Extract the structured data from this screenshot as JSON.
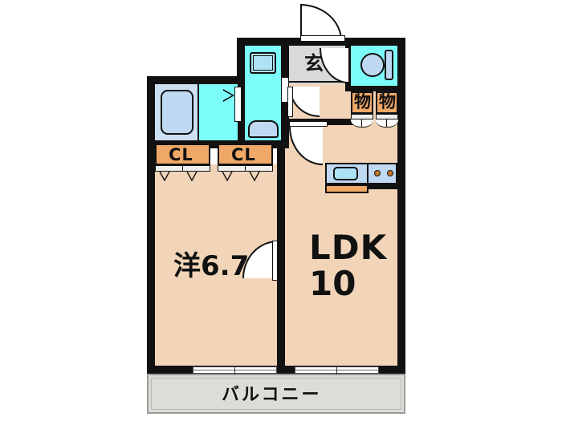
{
  "plan": {
    "type": "japanese-apartment-floorplan",
    "title": "",
    "background_color": "#ffffff",
    "colors": {
      "wall": "#111111",
      "floor": "#F2D4B8",
      "wet_area": "#7DFCFC",
      "closet": "#F0A868",
      "entry": "#D9D9D9",
      "balcony": "#DCDCD8",
      "fixture": "#BFD9F2"
    },
    "rooms": [
      {
        "key": "ldk",
        "label": "LDK",
        "size": "10",
        "kind": "living-dining-kitchen"
      },
      {
        "key": "bedroom",
        "label": "洋",
        "size": "6.7",
        "kind": "western-room"
      },
      {
        "key": "balcony",
        "label": "バルコニー",
        "size": "",
        "kind": "balcony"
      },
      {
        "key": "entrance",
        "label": "玄",
        "size": "",
        "kind": "entrance"
      },
      {
        "key": "closet1",
        "label": "CL",
        "size": "",
        "kind": "closet"
      },
      {
        "key": "closet2",
        "label": "CL",
        "size": "",
        "kind": "closet"
      },
      {
        "key": "storage1",
        "label": "物",
        "size": "",
        "kind": "storage"
      },
      {
        "key": "storage2",
        "label": "物",
        "size": "",
        "kind": "storage"
      },
      {
        "key": "bath",
        "label": "",
        "size": "",
        "kind": "bathroom"
      },
      {
        "key": "washroom",
        "label": "",
        "size": "",
        "kind": "washroom"
      },
      {
        "key": "toilet",
        "label": "",
        "size": "",
        "kind": "toilet"
      }
    ],
    "labels": {
      "ldk": "LDK",
      "ldk_size": "10",
      "bedroom": "洋6.7",
      "balcony": "バルコニー",
      "entrance": "玄",
      "closet_left": "CL",
      "closet_right": "CL",
      "storage_left": "物",
      "storage_right": "物"
    },
    "fixtures": [
      {
        "name": "bathtub",
        "room": "bath"
      },
      {
        "name": "washing-machine-pan",
        "room": "washroom"
      },
      {
        "name": "vanity-sink",
        "room": "washroom"
      },
      {
        "name": "toilet-bowl",
        "room": "toilet"
      },
      {
        "name": "toilet-tank",
        "room": "toilet"
      },
      {
        "name": "kitchen-sink",
        "room": "ldk"
      },
      {
        "name": "gas-stove",
        "room": "ldk"
      }
    ]
  }
}
